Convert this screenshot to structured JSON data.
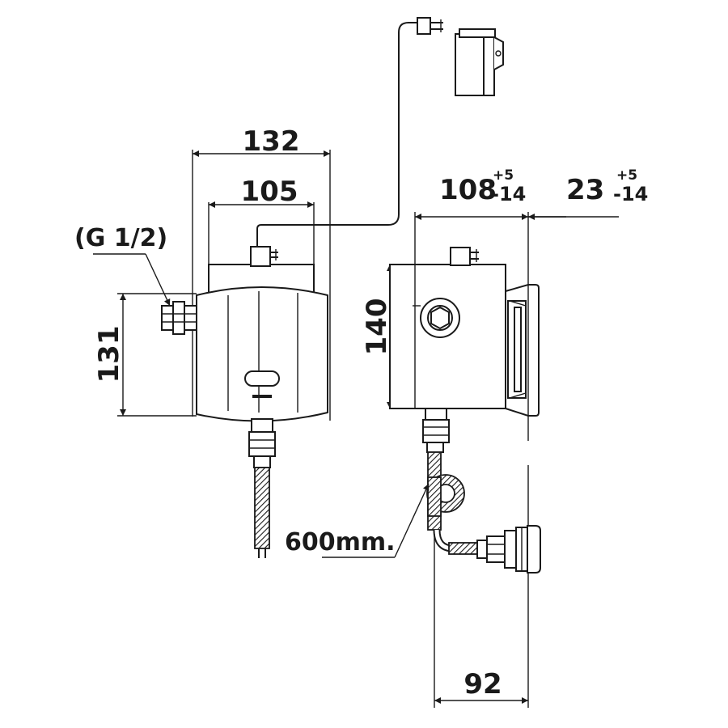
{
  "dimensions": {
    "width_total": "132",
    "width_inner": "105",
    "height_left": "131",
    "height_right": "140",
    "depth_main": "108",
    "depth_main_tol_plus": "+5",
    "depth_main_tol_minus": "-14",
    "depth_plate": "23",
    "depth_plate_tol_plus": "+5",
    "depth_plate_tol_minus": "-14",
    "depth_button": "92"
  },
  "labels": {
    "thread": "(G ",
    "thread_fraction": "1/2",
    "thread_close": ")",
    "hose_length": "600mm."
  }
}
